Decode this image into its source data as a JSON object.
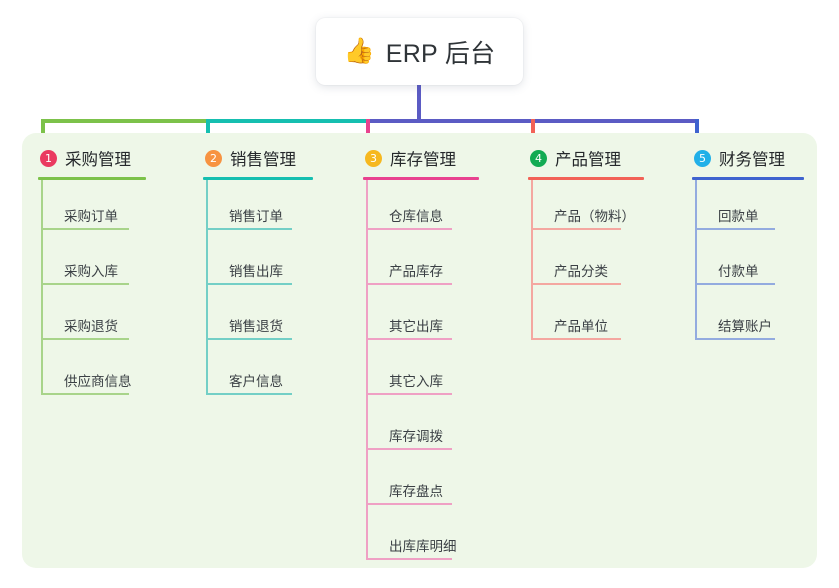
{
  "root": {
    "icon": "thumbs-up-icon",
    "icon_glyph": "👍",
    "title": "ERP 后台"
  },
  "palette": {
    "panel_background": "#eef7e8",
    "page_background": "#ffffff",
    "stem": "#5b5bc4",
    "text_primary": "#25282b",
    "text_leaf": "#3b4045"
  },
  "columns": [
    {
      "number": "1",
      "title": "采购管理",
      "badge_color": "#ea3a60",
      "rule_color": "#7cc24a",
      "branch_color": "#7cc24a",
      "leaf_color": "#a8d48a",
      "leaves": [
        "采购订单",
        "采购入库",
        "采购退货",
        "供应商信息"
      ]
    },
    {
      "number": "2",
      "title": "销售管理",
      "badge_color": "#f79341",
      "rule_color": "#16bfb0",
      "branch_color": "#16bfb0",
      "leaf_color": "#73cfc6",
      "leaves": [
        "销售订单",
        "销售出库",
        "销售退货",
        "客户信息"
      ]
    },
    {
      "number": "3",
      "title": "库存管理",
      "badge_color": "#f6b81f",
      "rule_color": "#e8428f",
      "branch_color": "#e8428f",
      "leaf_color": "#efa0c4",
      "leaves": [
        "仓库信息",
        "产品库存",
        "其它出库",
        "其它入库",
        "库存调拨",
        "库存盘点",
        "出库库明细"
      ]
    },
    {
      "number": "4",
      "title": "产品管理",
      "badge_color": "#12ab53",
      "rule_color": "#f26257",
      "branch_color": "#f26257",
      "leaf_color": "#f4a7a0",
      "leaves": [
        "产品（物料）",
        "产品分类",
        "产品单位"
      ]
    },
    {
      "number": "5",
      "title": "财务管理",
      "badge_color": "#21b0e8",
      "rule_color": "#3f63cf",
      "branch_color": "#3f63cf",
      "leaf_color": "#93abdf",
      "leaves": [
        "回款单",
        "付款单",
        "结算账户"
      ]
    }
  ]
}
